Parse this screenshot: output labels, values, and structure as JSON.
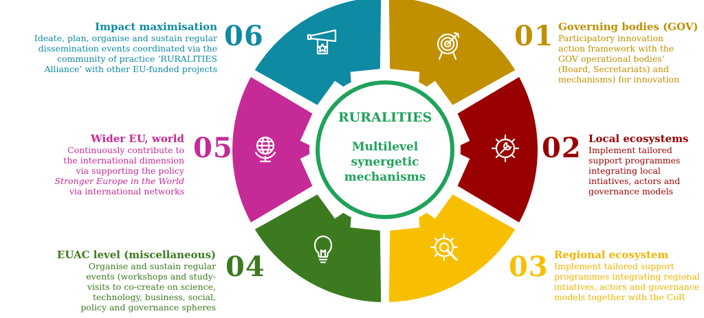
{
  "center": {
    "title": "RURALITIES",
    "line1": "Multilevel",
    "line2": "synergetic",
    "line3": "mechanisms"
  },
  "segments": [
    {
      "number": "01",
      "title": "Governing bodies (GOV)",
      "lines": [
        "Participatory innovation",
        "action framework with the",
        "GOV operational bodies’",
        "(Board, Secretariats) and",
        "mechanisms) for innovation"
      ],
      "color": "#c09000",
      "icon": "target-icon"
    },
    {
      "number": "02",
      "title": "Local ecosystems",
      "lines": [
        "Implement tailored",
        "support programmes",
        "integrating local",
        "intiatives, actors and",
        "governance models"
      ],
      "color": "#990000",
      "icon": "gear-wrench-icon"
    },
    {
      "number": "03",
      "title": "Regional ecosystem",
      "lines": [
        "Implement tailored support",
        "programmes integrating regional",
        "intiatives, actors and governance",
        "models together with the CoR"
      ],
      "color": "#f8bf00",
      "icon": "gear-magnifier-icon"
    },
    {
      "number": "04",
      "title": "EUAC level (miscellaneous)",
      "lines": [
        "Organise and sustain regular",
        "events (workshops and study-",
        "visits to co-create on science,",
        "technology, business, social,",
        "policy and governance spheres"
      ],
      "color": "#3c7a1f",
      "icon": "lightbulb-icon"
    },
    {
      "number": "05",
      "title": "Wider EU, world",
      "lines": [
        "Continuously contribute to",
        "the international dimension",
        "via supporting the policy",
        "Stronger Europe in the World",
        "via international networks"
      ],
      "color": "#c62a96",
      "icon": "globe-icon"
    },
    {
      "number": "06",
      "title": "Impact maximisation",
      "lines": [
        "Ideate, plan, organise and sustain regular",
        "dissemination events coordinated via the",
        "community of practice ‘RURALITIES",
        "Alliance’ with other EU-funded projects"
      ],
      "color": "#0e8aa3",
      "icon": "megaphone-icon"
    }
  ],
  "colors": {
    "center_ring": "#1fa25a"
  }
}
